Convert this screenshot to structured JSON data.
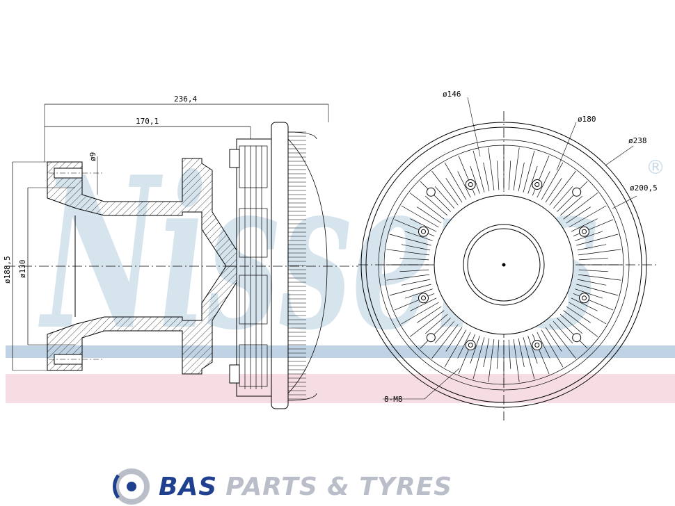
{
  "watermark": {
    "text": "Nissens",
    "registered_mark": "®",
    "blue_color": "#bfd3e4",
    "pink_color": "#f5dde3"
  },
  "dimensions": {
    "overall_length": "236,4",
    "inner_length": "170,1",
    "bolt_hole": "ø9",
    "outer_diameter": "ø188,5",
    "inner_diameter": "ø130",
    "hub_diameter": "ø146",
    "bolt_circle": "ø180",
    "housing_diameter": "ø238",
    "body_diameter": "ø200,5",
    "thread": "8-M8"
  },
  "brand": {
    "word1": "BAS",
    "word2": "PARTS & TYRES",
    "primary_color": "#1f3f8f",
    "secondary_color": "#b9bec8",
    "logo_icon": "brake-disc-icon"
  }
}
